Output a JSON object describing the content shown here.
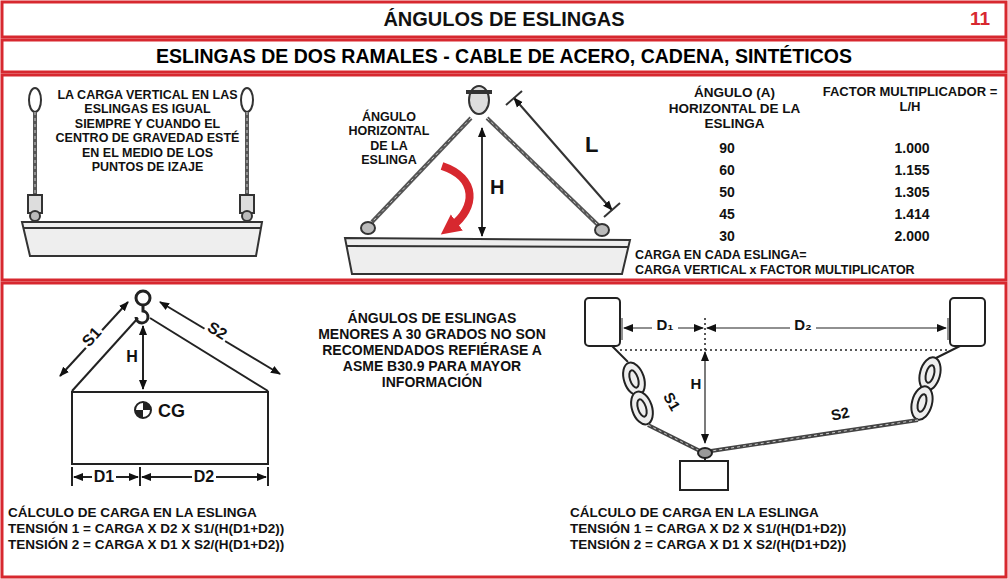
{
  "diagram": {
    "title": "ÁNGULOS DE ESLINGAS",
    "nodes": [
      {
        "text": [
          "ESLINGAS DE DOS RAMALES - CABLE DE ACERO, CADENA, SINTÉTICOS"
        ]
      }
    ],
    "labels": [
      "LA CARGA VERTICAL EN LAS ESLINGAS ES IGUAL SIEMPRE Y CUANDO EL CENTRO DE GRAVEDAD ESTÉ EN EL MEDIO DE LOS PUNTOS DE IZAJE",
      "ÁNGULO HORIZONTAL DE LA ESLINGA",
      "H",
      "L",
      "ÁNGULO (A) HORIZONTAL DE LA ESLINGA",
      "FACTOR MULTIPLICADOR = L/H",
      "90",
      "1.000",
      "60",
      "1.155",
      "50",
      "1.305",
      "45",
      "1.414",
      "30",
      "2.000",
      "CARGA EN CADA ESLINGA=",
      "CARGA VERTICAL x FACTOR MULTIPLICATOR",
      "S1",
      "S2",
      "H",
      "CG",
      "D1",
      "D2",
      "ÁNGULOS DE ESLINGAS MENORES A 30 GRADOS NO SON RECOMENDADOS REFIÉRASE A ASME B30.9 PARA MAYOR INFORMACIÓN",
      "CÁLCULO DE CARGA EN LA ESLINGA",
      "TENSIÓN 1 = CARGA X D2 X S1/(H(D1+D2))",
      "TENSIÓN 2 = CARGA X D1 X S2/(H(D1+D2))",
      "D₁",
      "D₂",
      "H",
      "S1",
      "S2",
      "CÁLCULO DE CARGA EN LA ESLINGA",
      "TENSIÓN 1 = CARGA X D2 X S1/(H(D1+D2))",
      "TENSIÓN 2 = CARGA X D1 X S2/(H(D1+D2))",
      "11"
    ]
  }
}
